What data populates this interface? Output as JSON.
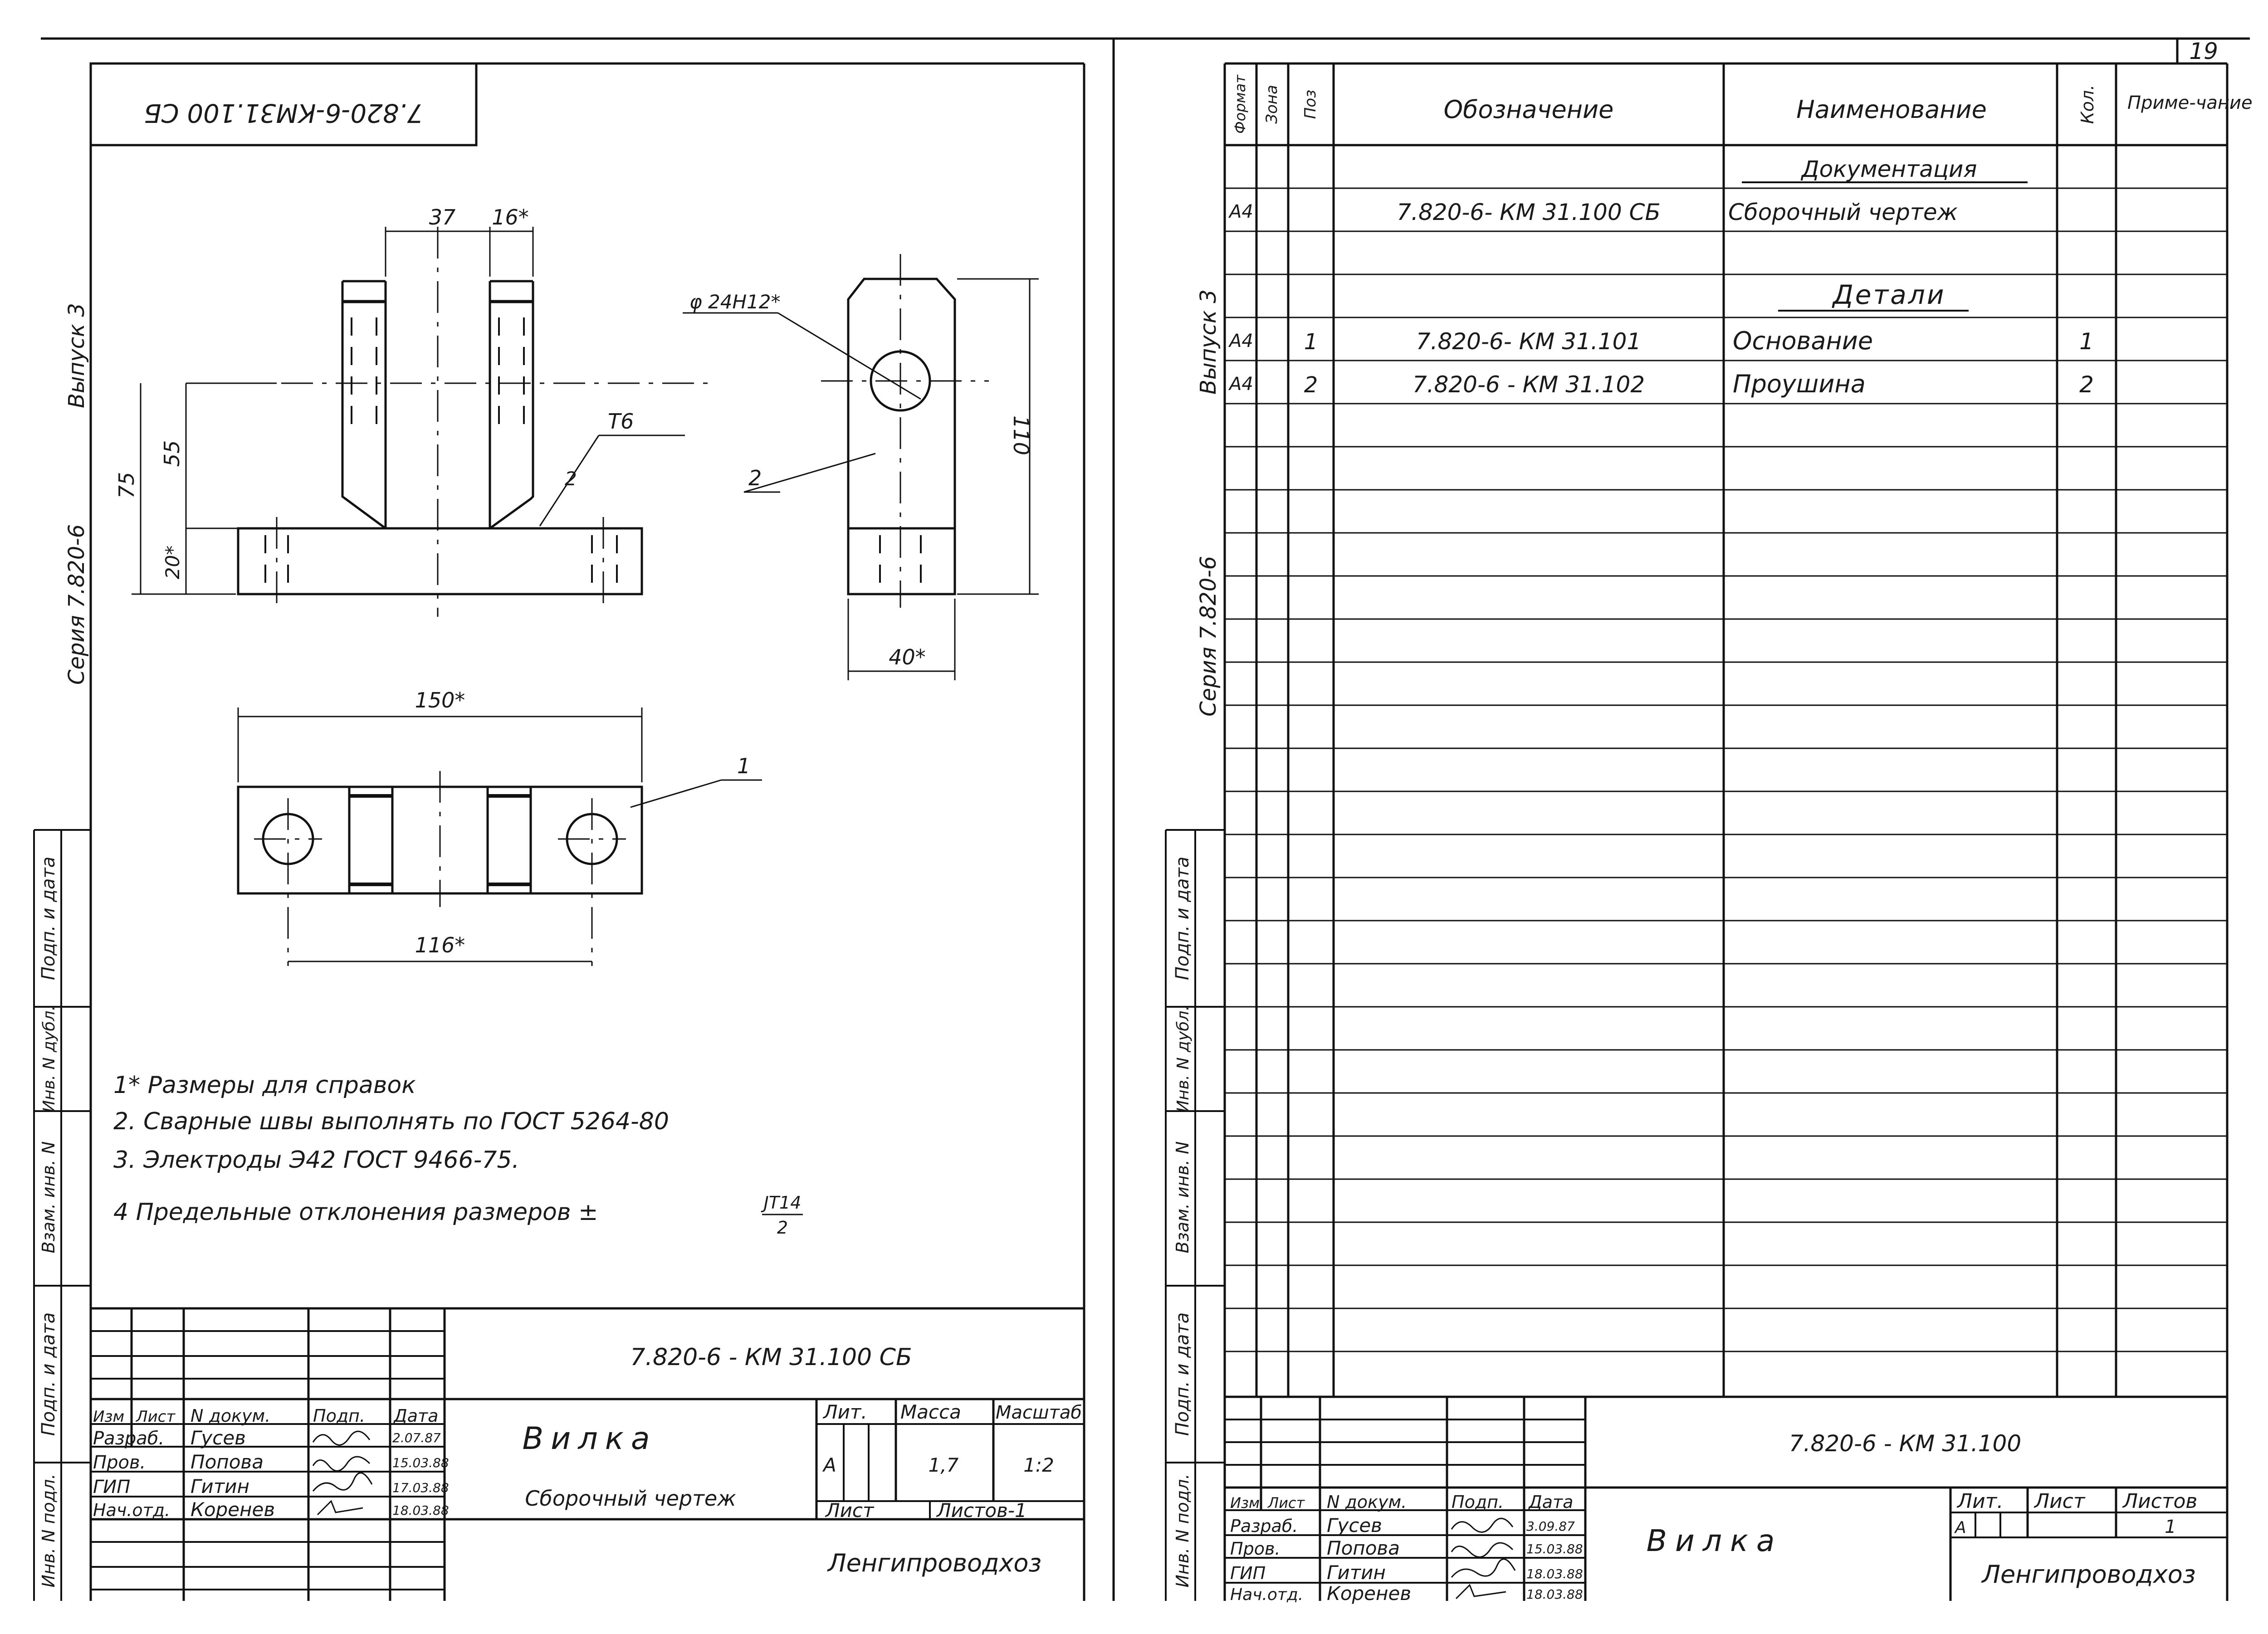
{
  "page_number": "19",
  "left_sheet": {
    "stamp_code_mirrored": "7.820-6-КМ31.100 СБ",
    "side_labels": {
      "issue": "Выпуск 3",
      "series": "Серия 7.820-6"
    },
    "dimensions": {
      "d37": "37",
      "d16": "16*",
      "hole": "φ 24Н12*",
      "weld": "Т6",
      "weld_side": "2",
      "d55": "55",
      "d75": "75",
      "d20": "20*",
      "d110": "110",
      "d40": "40*",
      "d150": "150*",
      "d116": "116*",
      "pos1": "1",
      "pos2": "2"
    },
    "notes": [
      "1* Размеры для справок",
      "2. Сварные швы выполнять по ГОСТ 5264-80",
      "3. Электроды Э42 ГОСТ 9466-75.",
      "4 Предельные отклонения размеров ±"
    ],
    "tolerance": {
      "numerator": "JT14",
      "denominator": "2"
    },
    "title_block": {
      "code": "7.820-6 - КМ 31.100 СБ",
      "name": "Вилка",
      "subtitle": "Сборочный чертеж",
      "head": {
        "izm": "Изм",
        "list": "Лист",
        "doc": "N докум.",
        "sign": "Подп.",
        "date": "Дата"
      },
      "rows": [
        {
          "role": "Разраб.",
          "name": "Гусев",
          "date": "2.07.87"
        },
        {
          "role": "Пров.",
          "name": "Попова",
          "date": "15.03.88"
        },
        {
          "role": "ГИП",
          "name": "Гитин",
          "date": "17.03.88"
        },
        {
          "role": "Нач.отд.",
          "name": "Коренев",
          "date": "18.03.88"
        }
      ],
      "lit_label": "Лит.",
      "mass_label": "Масса",
      "scale_label": "Масштаб",
      "lit": "А",
      "mass": "1,7",
      "scale": "1:2",
      "sheet_label": "Лист",
      "sheets_label": "Листов-1",
      "org": "Ленгипроводхоз"
    }
  },
  "right_sheet": {
    "side_labels": {
      "issue": "Выпуск 3",
      "series": "Серия 7.820-6"
    },
    "spec_head": {
      "format": "Формат",
      "zone": "Зона",
      "pos": "Поз",
      "designation": "Обозначение",
      "name": "Наименование",
      "qty": "Кол.",
      "note": "Приме-чание"
    },
    "sections": {
      "docs": "Документация",
      "parts": "Детали"
    },
    "rows": [
      {
        "format": "А4",
        "pos": "",
        "designation": "7.820-6- КМ 31.100 СБ",
        "name": "Сборочный чертеж",
        "qty": ""
      },
      {
        "format": "А4",
        "pos": "1",
        "designation": "7.820-6- КМ 31.101",
        "name": "Основание",
        "qty": "1"
      },
      {
        "format": "А4",
        "pos": "2",
        "designation": "7.820-6 - КМ 31.102",
        "name": "Проушина",
        "qty": "2"
      }
    ],
    "title_block": {
      "code": "7.820-6 - КМ 31.100",
      "name": "Вилка",
      "head": {
        "izm": "Изм",
        "list": "Лист",
        "doc": "N докум.",
        "sign": "Подп.",
        "date": "Дата"
      },
      "rows": [
        {
          "role": "Разраб.",
          "name": "Гусев",
          "date": "3.09.87"
        },
        {
          "role": "Пров.",
          "name": "Попова",
          "date": "15.03.88"
        },
        {
          "role": "ГИП",
          "name": "Гитин",
          "date": "18.03.88"
        },
        {
          "role": "Нач.отд.",
          "name": "Коренев",
          "date": "18.03.88"
        }
      ],
      "lit_label": "Лит.",
      "sheet_label": "Лист",
      "sheets_label": "Листов",
      "lit": "А",
      "sheets": "1",
      "org": "Ленгипроводхоз"
    }
  },
  "margin_labels": [
    "Подп. и дата",
    "Инв. N дубл.",
    "Взам. инв. N",
    "Подп. и дата",
    "Инв. N подл."
  ]
}
